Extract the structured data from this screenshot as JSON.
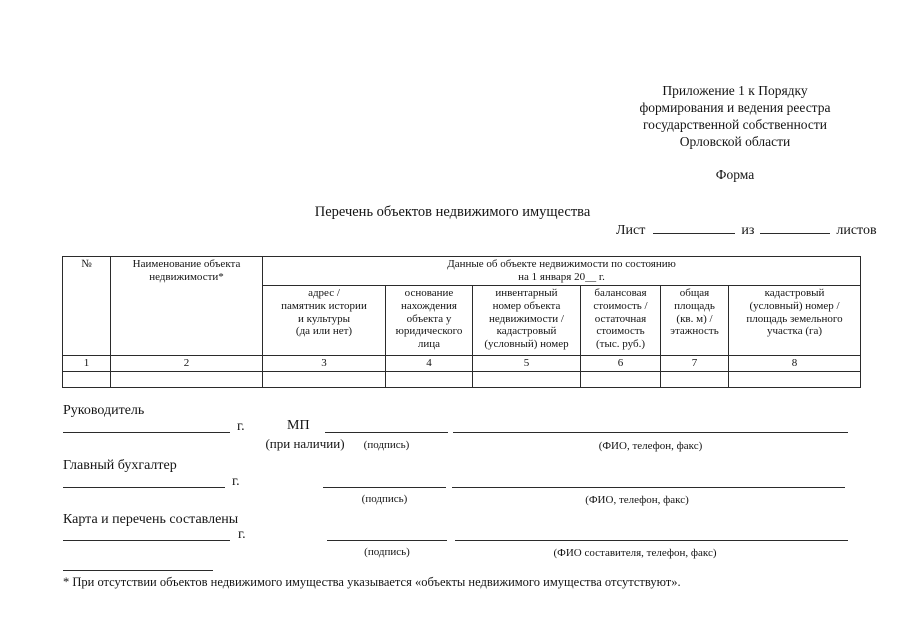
{
  "header": {
    "appendix_note": "Приложение 1 к Порядку\nформирования и ведения реестра\nгосударственной собственности\nОрловской области",
    "form_label": "Форма"
  },
  "title": "Перечень объектов недвижимого имущества",
  "sheet_line": {
    "sheet_label": "Лист",
    "of_label": "из",
    "sheets_label": "листов"
  },
  "table": {
    "col_no_header": "№",
    "col_name_header": "Наименование объекта\nнедвижимости*",
    "data_span_header": "Данные об объекте недвижимости по состоянию\nна 1 января 20__ г.",
    "sub_headers": {
      "address": "адрес /\nпамятник истории\nи культуры\n(да или нет)",
      "basis": "основание\nнахождения\nобъекта у\nюридического\nлица",
      "inventory": "инвентарный\nномер объекта\nнедвижимости /\nкадастровый\n(условный) номер",
      "book_value": "балансовая\nстоимость /\nостаточная\nстоимость\n(тыс. руб.)",
      "area": "общая\nплощадь\n(кв. м) /\nэтажность",
      "cadastral": "кадастровый\n(условный) номер /\nплощадь земельного\nучастка (га)"
    },
    "number_row": [
      "1",
      "2",
      "3",
      "4",
      "5",
      "6",
      "7",
      "8"
    ]
  },
  "signatures": {
    "head": {
      "title": "Руководитель",
      "year_suffix": "г.",
      "stamp": "МП",
      "stamp_note": "(при наличии)",
      "sign_label": "(подпись)",
      "fio_label": "(ФИО, телефон, факс)"
    },
    "accountant": {
      "title": "Главный бухгалтер",
      "year_suffix": "г.",
      "sign_label": "(подпись)",
      "fio_label": "(ФИО, телефон, факс)"
    },
    "compiler": {
      "title": "Карта и перечень составлены",
      "year_suffix": "г.",
      "sign_label": "(подпись)",
      "fio_label": "(ФИО составителя, телефон, факс)"
    }
  },
  "footnote": "* При отсутствии объектов недвижимого имущества указывается «объекты недвижимого имущества отсутствуют»."
}
